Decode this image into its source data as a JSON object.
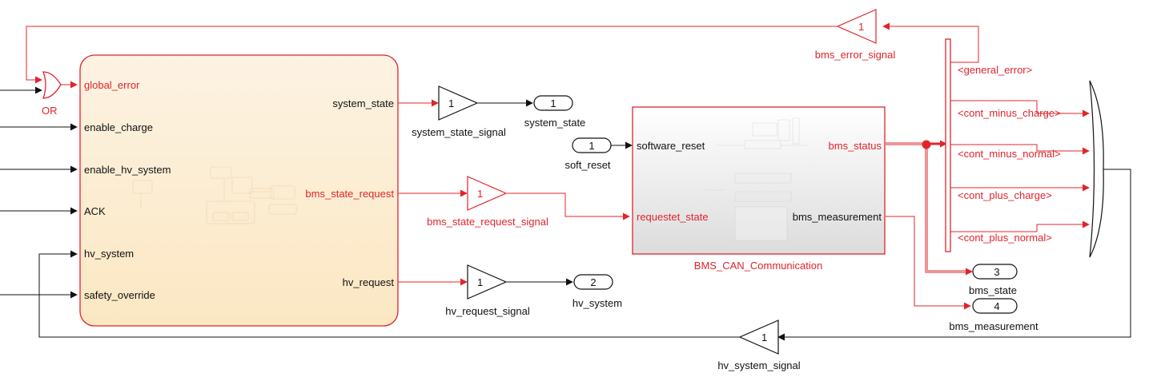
{
  "colors": {
    "signal_red": "#e0242b",
    "signal_black": "#111111",
    "chart_fill": "#fdf0d6",
    "subsystem_fill": "#efefef"
  },
  "blocks": {
    "or_gate": {
      "label": "OR"
    },
    "chart": {
      "inputs": [
        "global_error",
        "enable_charge",
        "enable_hv_system",
        "ACK",
        "hv_system",
        "safety_override"
      ],
      "outputs": [
        "system_state",
        "bms_state_request",
        "hv_request"
      ]
    },
    "gain_system_state": {
      "value": "1",
      "label": "system_state_signal"
    },
    "gain_state_request": {
      "value": "1",
      "label": "bms_state_request_signal"
    },
    "gain_hv_request": {
      "value": "1",
      "label": "hv_request_signal"
    },
    "gain_error": {
      "value": "1",
      "label": "bms_error_signal"
    },
    "gain_hv_system": {
      "value": "1",
      "label": "hv_system_signal"
    },
    "outport_system_state": {
      "number": "1",
      "label": "system_state"
    },
    "outport_hv_system": {
      "number": "2",
      "label": "hv_system"
    },
    "outport_bms_state": {
      "number": "3",
      "label": "bms_state"
    },
    "outport_bms_measurement": {
      "number": "4",
      "label": "bms_measurement"
    },
    "inport_soft_reset": {
      "number": "1",
      "label": "soft_reset"
    },
    "subsystem": {
      "name": "BMS_CAN_Communication",
      "inputs": [
        "software_reset",
        "requestet_state"
      ],
      "outputs": [
        "bms_status",
        "bms_measurement"
      ]
    },
    "bus_selector": {
      "outputs": [
        "<general_error>",
        "<cont_minus_charge>",
        "<cont_minus_normal>",
        "<cont_plus_charge>",
        "<cont_plus_normal>"
      ]
    }
  }
}
